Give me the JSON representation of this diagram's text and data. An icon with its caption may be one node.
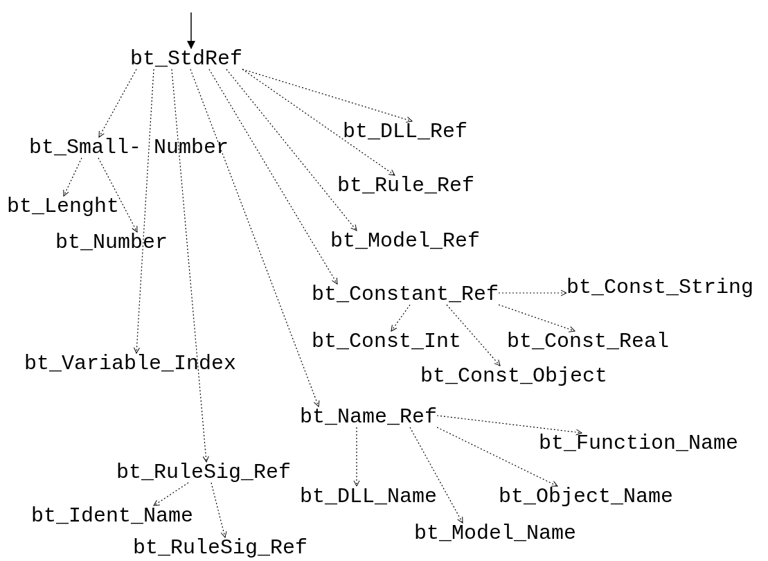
{
  "diagram": {
    "nodes": [
      {
        "text": [
          "bt_StdRef"
        ]
      },
      {
        "text": [
          "bt_Small- Number"
        ]
      },
      {
        "text": [
          "bt_Lenght"
        ]
      },
      {
        "text": [
          "bt_Number"
        ]
      },
      {
        "text": [
          "bt_DLL_Ref"
        ]
      },
      {
        "text": [
          "bt_Rule_Ref"
        ]
      },
      {
        "text": [
          "bt_Model_Ref"
        ]
      },
      {
        "text": [
          "bt_Constant_Ref"
        ]
      },
      {
        "text": [
          "bt_Const_String"
        ]
      },
      {
        "text": [
          "bt_Const_Int"
        ]
      },
      {
        "text": [
          "bt_Const_Real"
        ]
      },
      {
        "text": [
          "bt_Const_Object"
        ]
      },
      {
        "text": [
          "bt_Variable_Index"
        ]
      },
      {
        "text": [
          "bt_Name_Ref"
        ]
      },
      {
        "text": [
          "bt_Function_Name"
        ]
      },
      {
        "text": [
          "bt_RuleSig_Ref"
        ]
      },
      {
        "text": [
          "bt_DLL_Name"
        ]
      },
      {
        "text": [
          "bt_Object_Name"
        ]
      },
      {
        "text": [
          "bt_Ident_Name"
        ]
      },
      {
        "text": [
          "bt_Model_Name"
        ]
      },
      {
        "text": [
          "bt_RuleSig_Ref"
        ]
      }
    ],
    "edges": [
      {
        "from": null,
        "to": 0,
        "arrow": "to"
      },
      {
        "from": 0,
        "to": 1,
        "arrow": "to",
        "style": "dashed"
      },
      {
        "from": 0,
        "to": 12,
        "arrow": "to",
        "style": "dashed"
      },
      {
        "from": 0,
        "to": 15,
        "arrow": "to",
        "style": "dashed"
      },
      {
        "from": 0,
        "to": 13,
        "arrow": "to",
        "style": "dashed"
      },
      {
        "from": 0,
        "to": 7,
        "arrow": "to",
        "style": "dashed"
      },
      {
        "from": 0,
        "to": 6,
        "arrow": "to",
        "style": "dashed"
      },
      {
        "from": 0,
        "to": 5,
        "arrow": "to",
        "style": "dashed"
      },
      {
        "from": 0,
        "to": 4,
        "arrow": "to",
        "style": "dashed"
      },
      {
        "from": 1,
        "to": 2,
        "arrow": "to",
        "style": "dashed"
      },
      {
        "from": 1,
        "to": 3,
        "arrow": "to",
        "style": "dashed"
      },
      {
        "from": 7,
        "to": 8,
        "arrow": "to",
        "style": "dashed"
      },
      {
        "from": 7,
        "to": 9,
        "arrow": "to",
        "style": "dashed"
      },
      {
        "from": 7,
        "to": 11,
        "arrow": "to",
        "style": "dashed"
      },
      {
        "from": 7,
        "to": 10,
        "arrow": "to",
        "style": "dashed"
      },
      {
        "from": 13,
        "to": 14,
        "arrow": "to",
        "style": "dashed"
      },
      {
        "from": 13,
        "to": 16,
        "arrow": "to",
        "style": "dashed"
      },
      {
        "from": 13,
        "to": 19,
        "arrow": "to",
        "style": "dashed"
      },
      {
        "from": 13,
        "to": 17,
        "arrow": "to",
        "style": "dashed"
      },
      {
        "from": 15,
        "to": 18,
        "arrow": "to",
        "style": "dashed"
      },
      {
        "from": 15,
        "to": 20,
        "arrow": "to",
        "style": "dashed"
      }
    ]
  }
}
